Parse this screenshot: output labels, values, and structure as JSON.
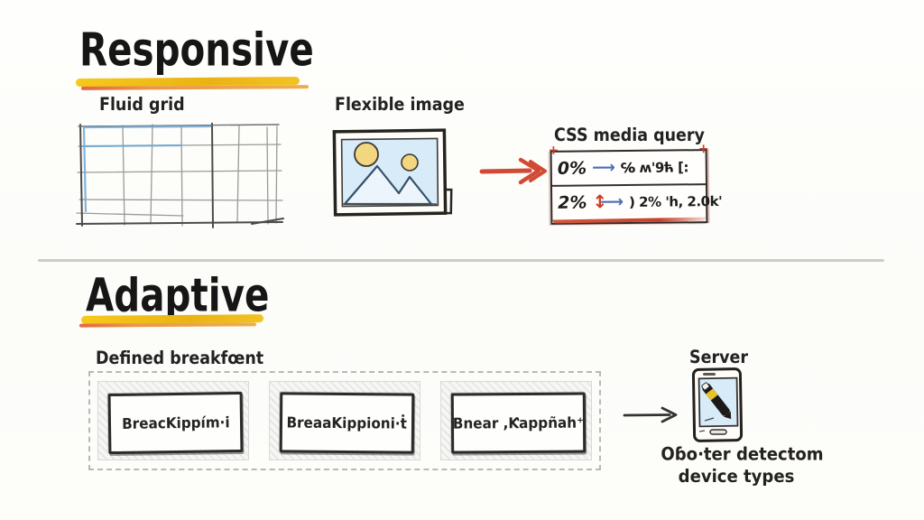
{
  "responsive": {
    "title": "Responsive",
    "fluid_grid_label": "Fluid grid",
    "flexible_image_label": "Flexible image",
    "media_query": {
      "label": "CSS media query",
      "row1_value": "0%",
      "row1_expr": "℅ ʍ'9ћ [:",
      "row2_value": "2%",
      "row2_expr": ") 2% 'h, 2.0k'"
    }
  },
  "adaptive": {
    "title": "Adaptive",
    "breakpoints_label": "Defined breakfœnt",
    "breakpoints": [
      "BreacKippím·i",
      "BreaaKippioni·ṫ",
      "Bnear ,Ƙappñah⁺"
    ],
    "server": {
      "title": "Server",
      "caption_line1": "Oɓo·ter detectom",
      "caption_line2": "device types"
    }
  },
  "icons": {
    "arrow_right_glyph": "⟶",
    "arrow_updown_glyph": "↕",
    "corner_tick_glyph": "+"
  },
  "colors": {
    "highlight_yellow": "#f0bd16",
    "highlight_orange": "#e2762d",
    "sketch_dark": "#2e2b28",
    "pencil_gray": "#8f8f8d",
    "accent_blue": "#6fa8d6",
    "fill_blue": "#d8ebf8",
    "sun_yellow": "#f3d680",
    "arrow_red": "#d14a35",
    "arrow_blue": "#4a6fb5"
  }
}
